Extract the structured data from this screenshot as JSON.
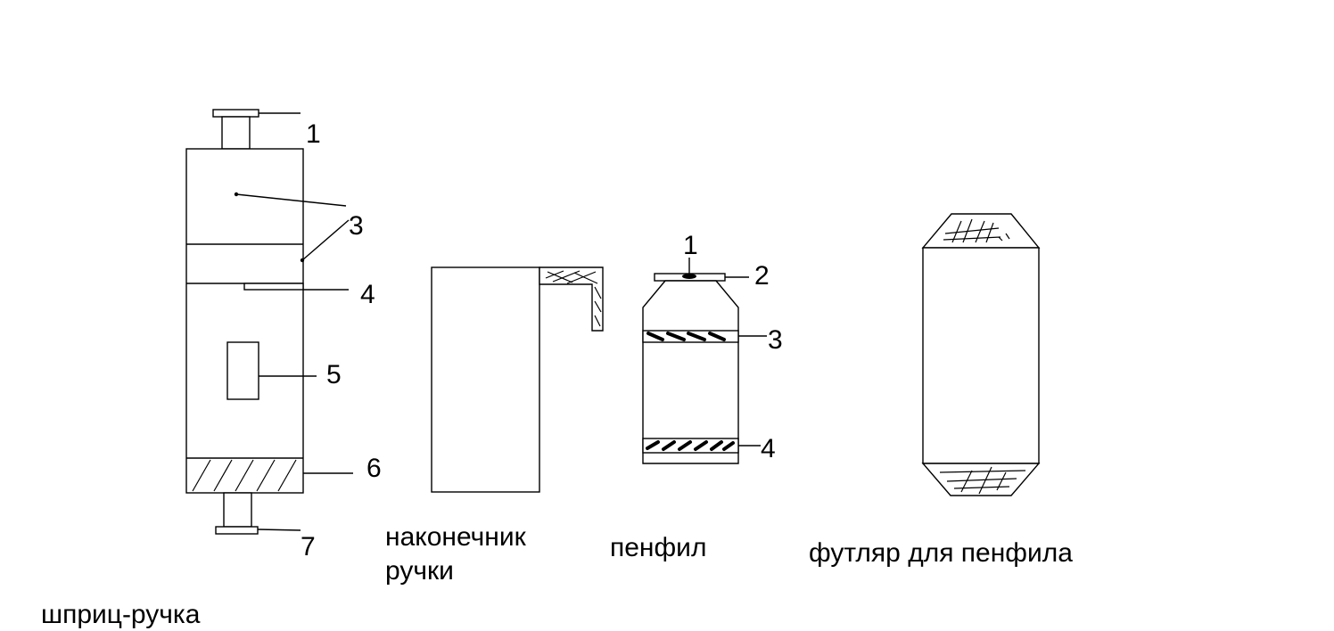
{
  "syringe_pen": {
    "caption": "шприц-ручка",
    "callouts": [
      "1",
      "3",
      "4",
      "5",
      "6",
      "7"
    ]
  },
  "pen_tip": {
    "caption_line1": "наконечник",
    "caption_line2": "ручки"
  },
  "penfill": {
    "caption": "пенфил",
    "callouts": [
      "1",
      "2",
      "3",
      "4"
    ]
  },
  "penfill_case": {
    "caption": "футляр для пенфила"
  }
}
